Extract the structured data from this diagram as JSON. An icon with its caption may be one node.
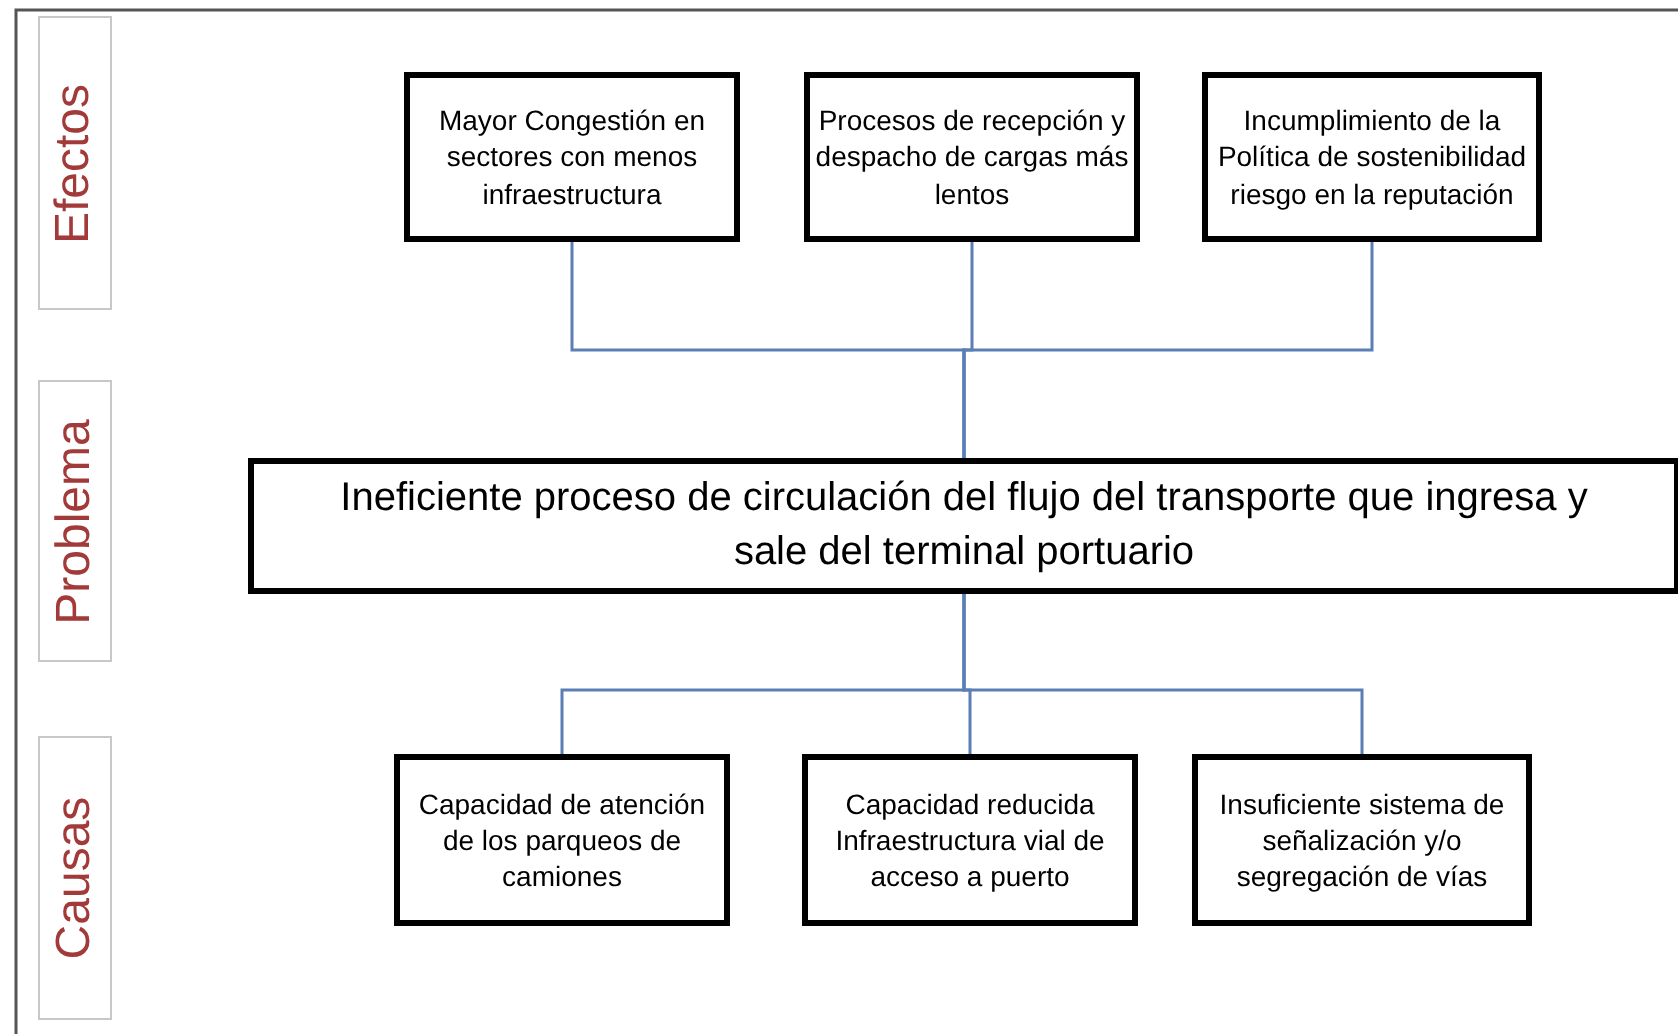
{
  "diagram": {
    "nodes": [
      {
        "text": [
          "Efectos"
        ]
      },
      {
        "text": [
          "Problema"
        ]
      },
      {
        "text": [
          "Causas"
        ]
      },
      {
        "text": [
          "Mayor Congestión en sectores con menos infraestructura"
        ]
      },
      {
        "text": [
          "Procesos de recepción y despacho de cargas más lentos"
        ]
      },
      {
        "text": [
          "Incumplimiento de la Política de sostenibilidad riesgo en la reputación"
        ]
      },
      {
        "text": [
          "Ineficiente proceso de circulación del flujo del transporte que ingresa y sale del terminal portuario"
        ]
      },
      {
        "text": [
          "Capacidad de atención de los parqueos de camiones"
        ]
      },
      {
        "text": [
          "Capacidad reducida Infraestructura vial de acceso a puerto"
        ]
      },
      {
        "text": [
          "Insuficiente sistema de señalización y/o segregación de vías"
        ]
      }
    ],
    "edges": [
      {
        "from": 3,
        "to": 6,
        "arrow": "none"
      },
      {
        "from": 4,
        "to": 6,
        "arrow": "none"
      },
      {
        "from": 5,
        "to": 6,
        "arrow": "none"
      },
      {
        "from": 6,
        "to": 7,
        "arrow": "none"
      },
      {
        "from": 6,
        "to": 8,
        "arrow": "none"
      },
      {
        "from": 6,
        "to": 9,
        "arrow": "none"
      }
    ]
  }
}
